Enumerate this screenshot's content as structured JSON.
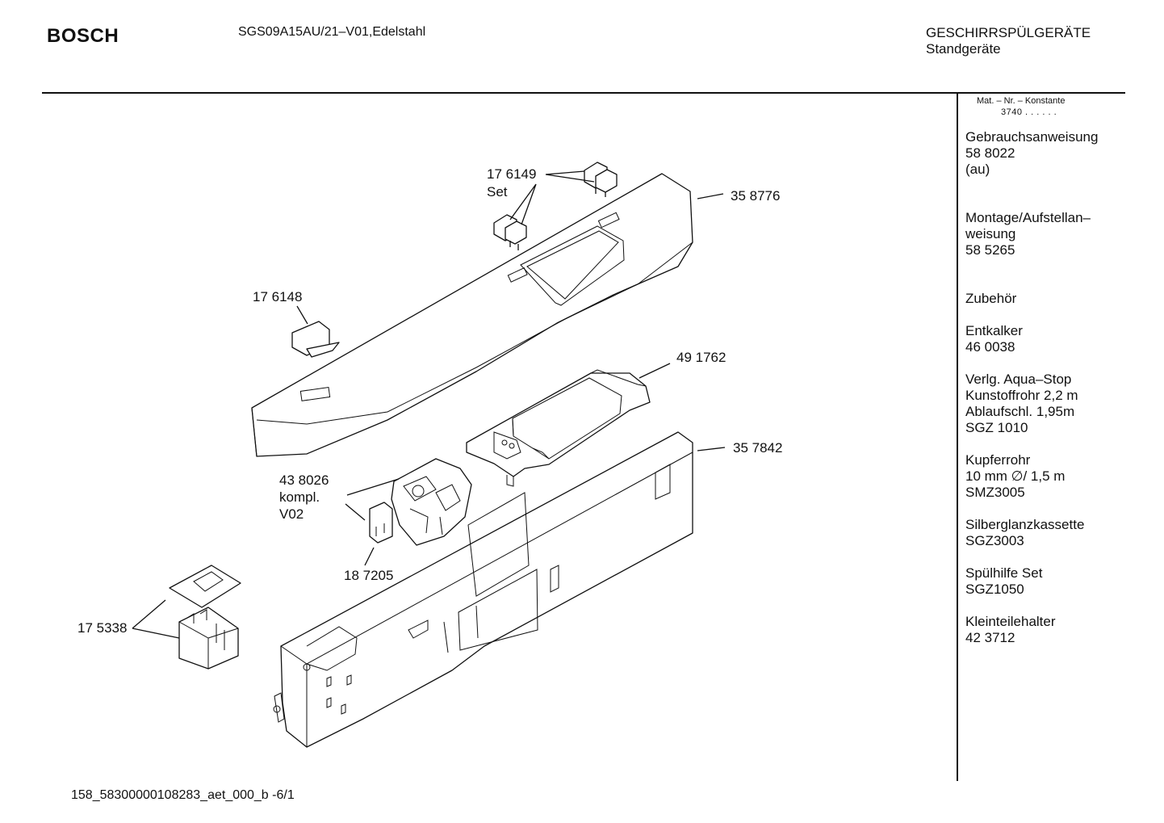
{
  "header": {
    "brand": "BOSCH",
    "model": "SGS09A15AU/21–V01,Edelstahl",
    "category_line1": "GESCHIRRSPÜLGERÄTE",
    "category_line2": "Standgeräte"
  },
  "sidebar": {
    "konstante_label": "Mat. – Nr. – Konstante",
    "konstante_value": "3740 .  .  .  .  .  .",
    "blocks": [
      [
        "Gebrauchsanweisung",
        "58 8022",
        "(au)"
      ],
      [
        "Montage/Aufstellan–",
        "weisung",
        "58 5265"
      ],
      [
        "Zubehör"
      ],
      [
        "Entkalker",
        "46 0038"
      ],
      [
        "Verlg. Aqua–Stop",
        "Kunstoffrohr 2,2 m",
        "Ablaufschl. 1,95m",
        "SGZ 1010"
      ],
      [
        "Kupferrohr",
        "10 mm ∅/ 1,5 m",
        "SMZ3005"
      ],
      [
        "Silberglanzkassette",
        "SGZ3003"
      ],
      [
        "Spülhilfe Set",
        "SGZ1050"
      ],
      [
        "Kleinteilehalter",
        "42 3712"
      ]
    ]
  },
  "callouts": {
    "c176149": "17 6149",
    "c176149_set": "Set",
    "c358776": "35 8776",
    "c176148": "17 6148",
    "c491762": "49 1762",
    "c357842": "35 7842",
    "c438026": "43 8026",
    "c438026_kompl": "kompl.",
    "c438026_v02": "V02",
    "c187205": "18 7205",
    "c175338": "17 5338"
  },
  "footer": {
    "code": "158_58300000108283_aet_000_b  -6/1"
  }
}
